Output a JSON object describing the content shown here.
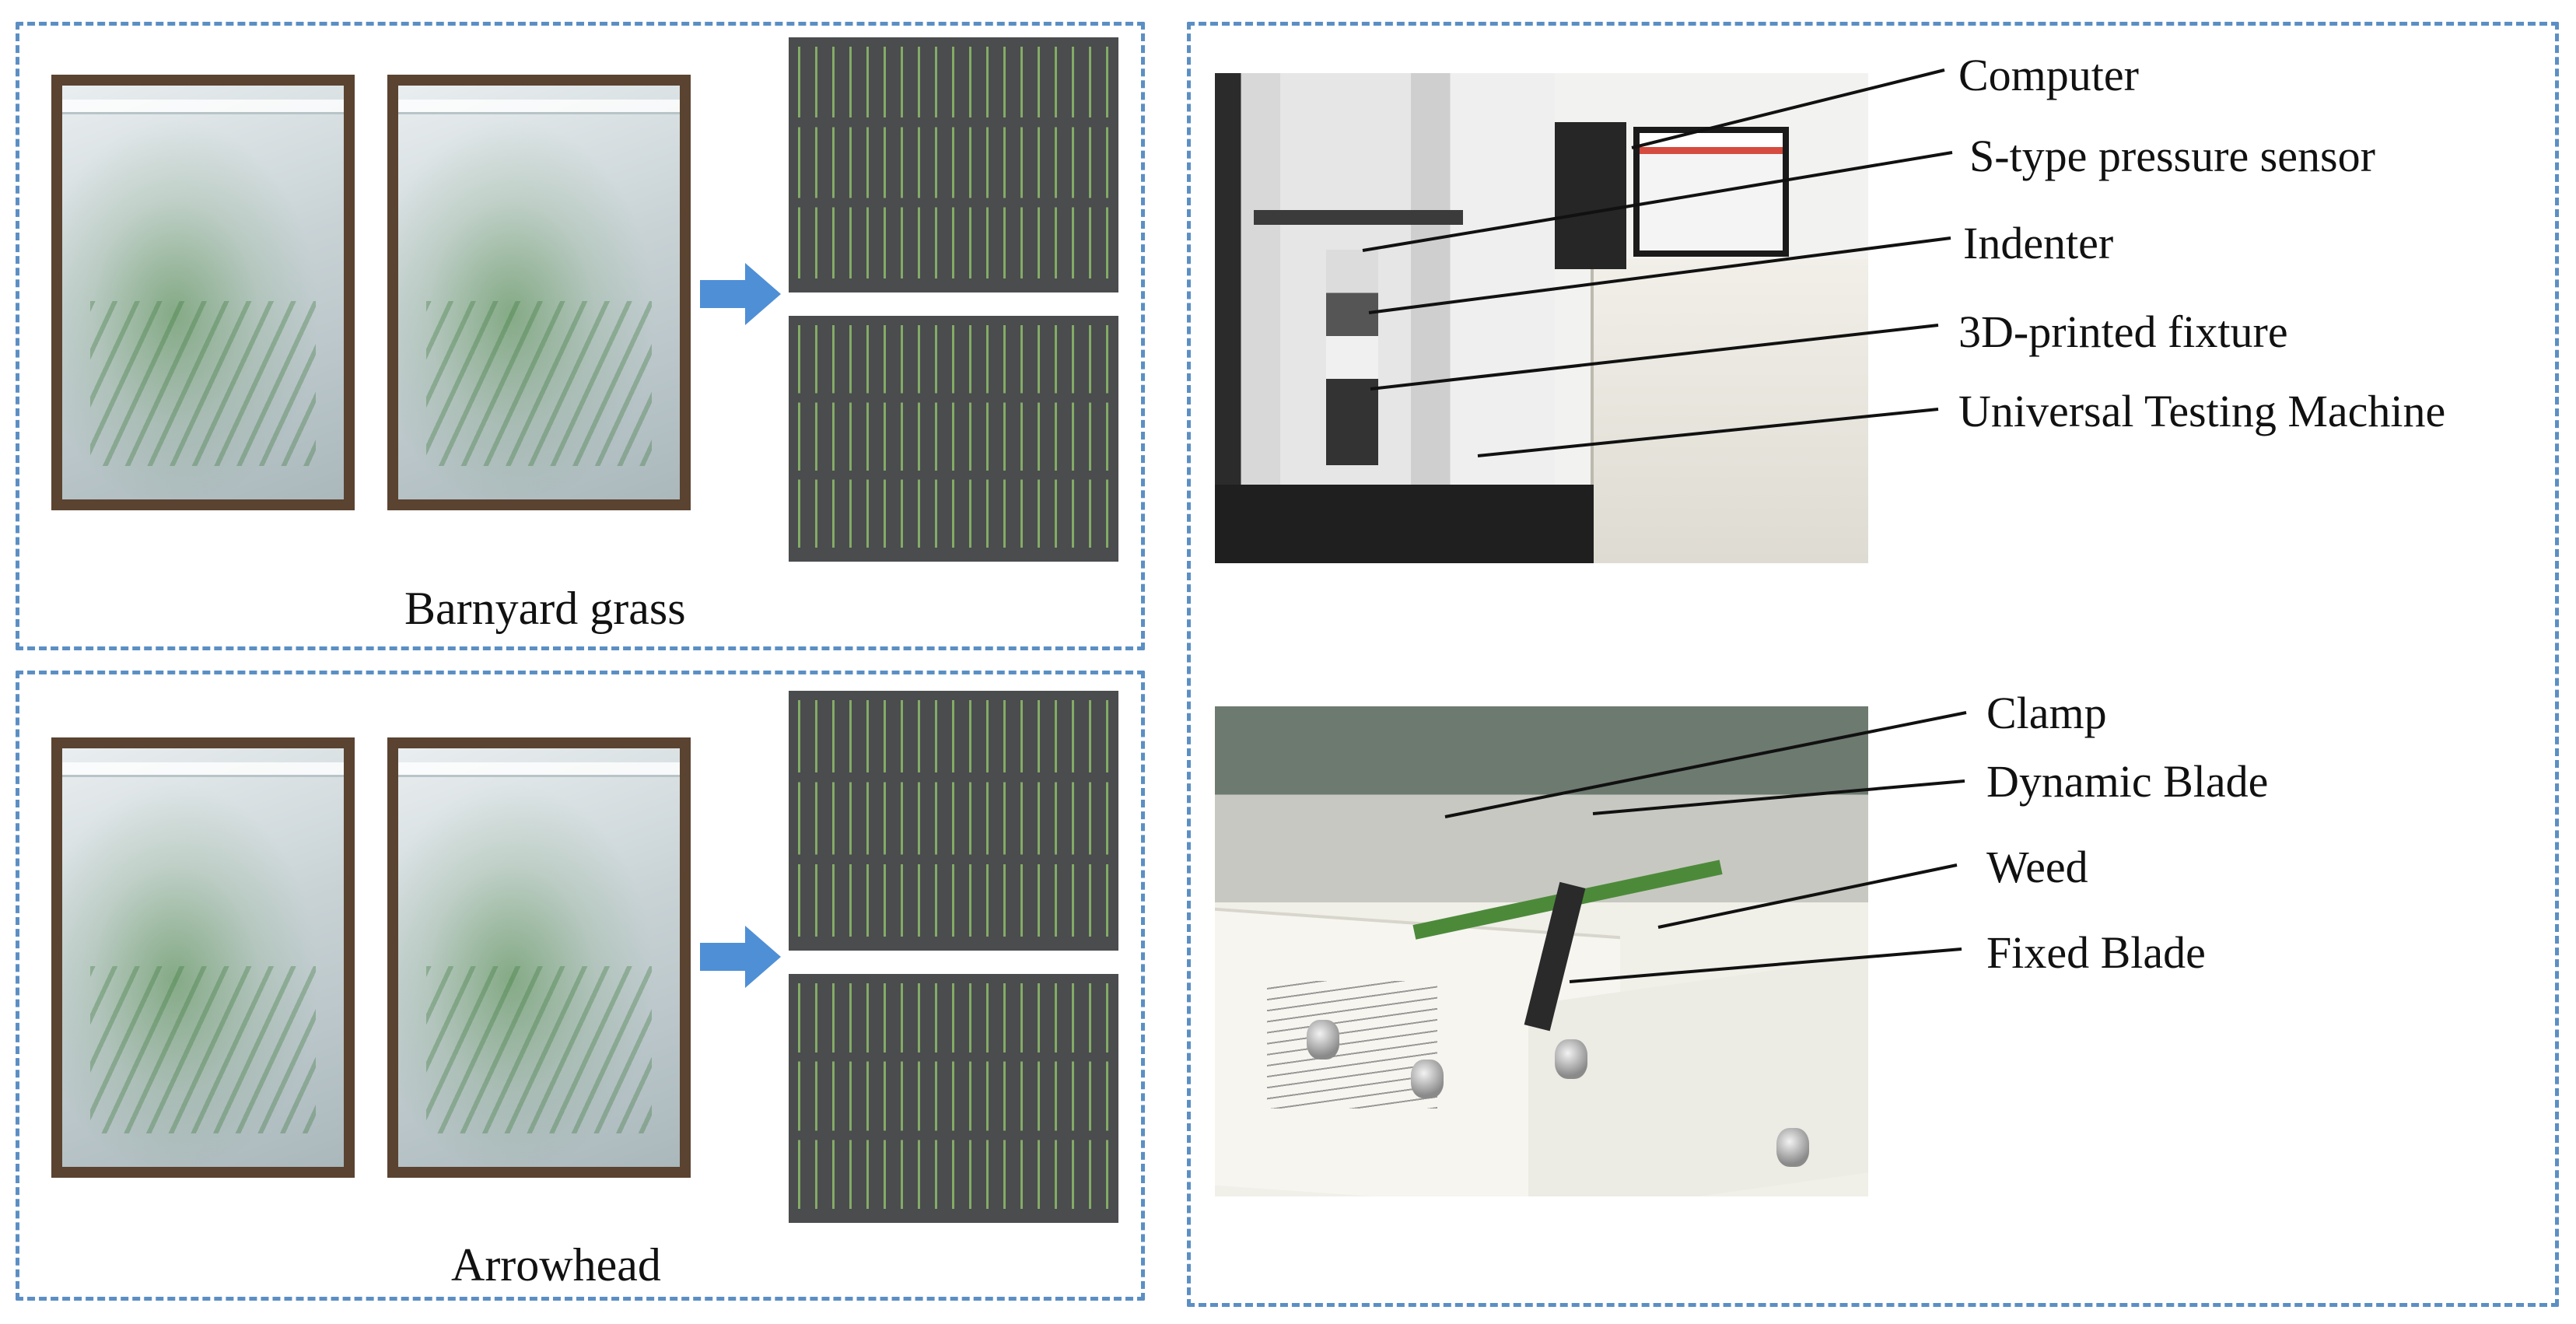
{
  "panels": {
    "barnyard": {
      "caption": "Barnyard grass"
    },
    "arrowhead": {
      "caption": "Arrowhead"
    }
  },
  "machine_labels": [
    "Computer",
    "S-type pressure sensor",
    "Indenter",
    "3D-printed fixture",
    "Universal Testing Machine"
  ],
  "cutter_labels": [
    "Clamp",
    "Dynamic Blade",
    "Weed",
    "Fixed Blade"
  ],
  "colors": {
    "panel_border": "#5b8fc4",
    "arrow": "#4f8fd6",
    "leader_line": "#111111"
  }
}
